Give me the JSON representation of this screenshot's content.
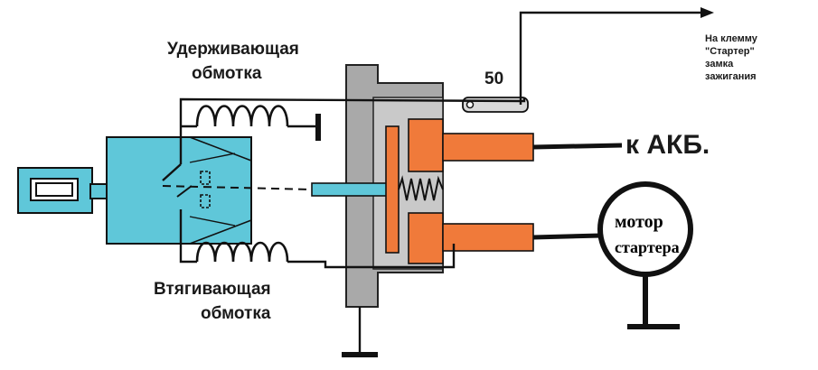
{
  "labels": {
    "holding_winding_line1": "Удерживающая",
    "holding_winding_line2": "обмотка",
    "pulling_winding_line1": "Втягивающая",
    "pulling_winding_line2": "обмотка",
    "terminal_number": "50",
    "ignition_note_line1": "На клемму",
    "ignition_note_line2": "\"Стартер\"",
    "ignition_note_line3": "замка",
    "ignition_note_line4": "зажигания",
    "battery": "к АКБ.",
    "motor_line1": "мотор",
    "motor_line2": "стартера"
  },
  "colors": {
    "plunger_body": "#5fc7d9",
    "housing": "#a9a9a9",
    "housing_inner": "#c9c9c9",
    "contacts": "#f07a3a",
    "wire": "#111111"
  }
}
